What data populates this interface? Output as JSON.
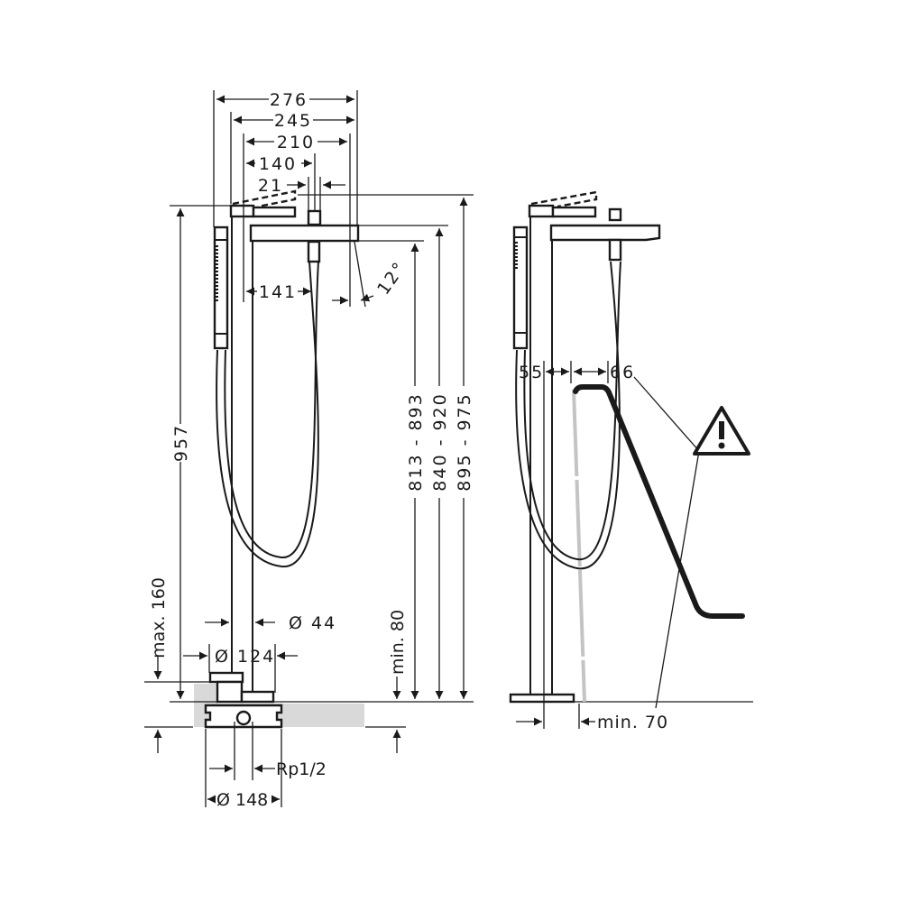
{
  "dimensions": {
    "width_276": "276",
    "width_245": "245",
    "width_210": "210",
    "width_140": "140",
    "width_21": "21",
    "width_141": "141",
    "angle": "12°",
    "height_957": "957",
    "height_813_893": "813 - 893",
    "height_840_920": "840 - 920",
    "height_895_975": "895 - 975",
    "max_160": "max. 160",
    "min_80": "min. 80",
    "dia_44": "Ø 44",
    "dia_124": "Ø 124",
    "rp": "Rp1/2",
    "dia_148": "Ø 148",
    "side_55": "55",
    "side_66": "66",
    "min_70": "min. 70"
  },
  "icons": {
    "warning": "warning-triangle-icon"
  },
  "colors": {
    "line": "#1a1a1a",
    "floor_fill": "#d9d9d9",
    "clearance_line": "#c4c4c4"
  }
}
